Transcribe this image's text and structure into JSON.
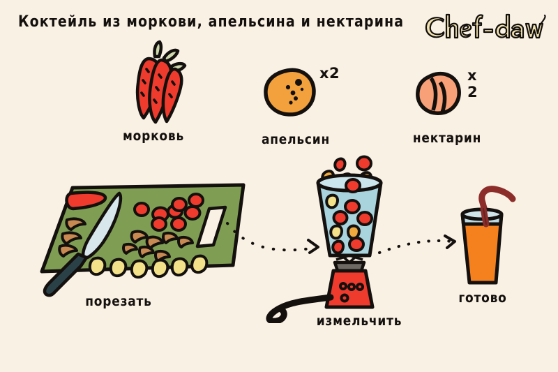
{
  "page": {
    "background_color": "#f9f1e4",
    "ink_color": "#14100e"
  },
  "header": {
    "title": "Коктейль из моркови, апельсина и нектарина",
    "brand": "Chef-daw",
    "brand_fill": "#f2e3b0",
    "brand_stroke": "#14100e"
  },
  "ingredients": [
    {
      "name": "морковь",
      "icon": "carrot-icon",
      "multiplier": "",
      "color": "#ef3b2e",
      "accent_color": "#cfd9ad"
    },
    {
      "name": "апельсин",
      "icon": "orange-fruit-icon",
      "multiplier": "x2",
      "color": "#f2a13c",
      "accent_color": "#14100e"
    },
    {
      "name": "нектарин",
      "icon": "nectarine-icon",
      "multiplier": "x 2",
      "color": "#f8a078",
      "accent_color": "#14100e"
    }
  ],
  "steps": [
    {
      "name": "порезать",
      "icon": "cutting-board-icon",
      "board_color": "#7f9e54",
      "knife_blade_color": "#d8e7ec",
      "knife_handle_color": "#2b4148"
    },
    {
      "name": "измельчить",
      "icon": "blender-icon",
      "jar_color": "#a9d4dd",
      "base_color": "#ef3b2e"
    },
    {
      "name": "готово",
      "icon": "juice-glass-icon",
      "juice_color": "#f4801e",
      "straw_color": "#8c2d2a",
      "glass_color": "#bcd9e0"
    }
  ],
  "connectors": [
    {
      "name": "dotted-arrow-board-to-blender",
      "style": "dotted",
      "direction": "right"
    },
    {
      "name": "dotted-arrow-blender-to-glass",
      "style": "dotted",
      "direction": "right"
    }
  ],
  "piece_colors": {
    "carrot_piece": "#ef3b2e",
    "nectarine_piece": "#c98a52",
    "orange_piece": "#f3e28a"
  }
}
